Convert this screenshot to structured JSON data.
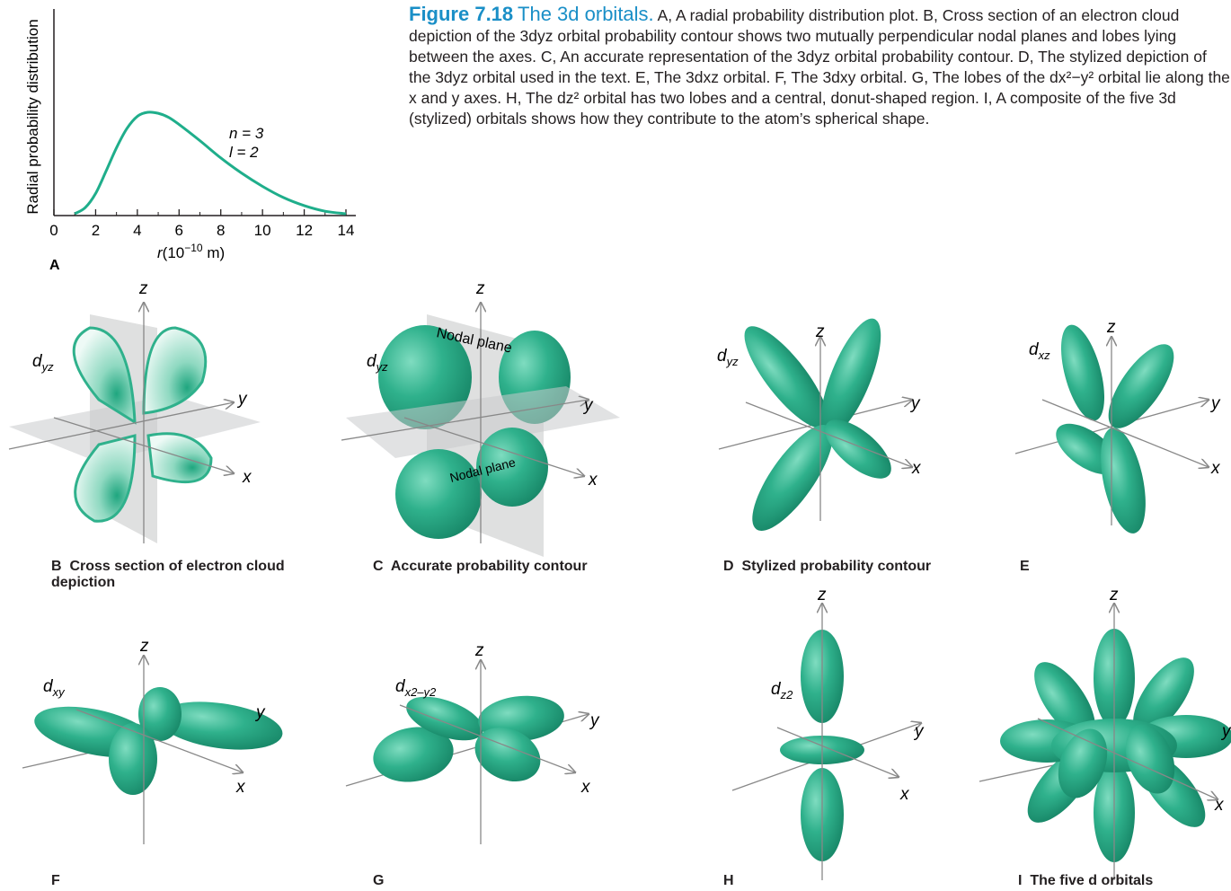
{
  "caption": {
    "figure": "Figure 7.18",
    "title": "The 3d orbitals.",
    "text": " A, A radial probability distribution plot. B, Cross section of an electron cloud depiction of the 3dyz orbital probability contour shows two mutually perpendicular nodal planes and lobes lying between the axes. C, An accurate representation of the 3dyz orbital probability contour. D, The stylized depiction of the 3dyz orbital used in the text. E, The 3dxz orbital. F, The 3dxy orbital. G, The lobes of the dx²−y² orbital lie along the x and y axes. H, The dz² orbital has two lobes and a central, donut-shaped region. I, A composite of the five 3d (stylized) orbitals shows how they contribute to the atom’s spherical shape."
  },
  "plot": {
    "ylabel": "Radial probability distribution",
    "xlabel_r": "r",
    "xlabel_unit": "(10",
    "xlabel_exp": "−10",
    "xlabel_m": " m)",
    "n_label": "n = 3",
    "l_label": "l = 2",
    "panel": "A"
  },
  "chart_data": {
    "type": "line",
    "x": [
      1,
      1.5,
      2,
      2.5,
      3,
      3.5,
      4,
      4.5,
      5,
      5.5,
      6,
      7,
      8,
      9,
      10,
      11,
      12,
      13,
      14
    ],
    "series": [
      {
        "values": [
          0,
          0.06,
          0.2,
          0.42,
          0.65,
          0.84,
          0.96,
          1.0,
          0.99,
          0.95,
          0.88,
          0.72,
          0.55,
          0.4,
          0.27,
          0.16,
          0.08,
          0.025,
          0
        ]
      }
    ],
    "xticks": [
      "0",
      "2",
      "4",
      "6",
      "8",
      "10",
      "12",
      "14"
    ],
    "xlim": [
      0,
      14
    ],
    "ylabel": "Radial probability distribution",
    "annotations": [
      "n = 3",
      "l = 2"
    ]
  },
  "panels": {
    "B": {
      "letter": "B",
      "label": "Cross section of electron cloud depiction",
      "orbital": "d",
      "sub": "yz"
    },
    "C": {
      "letter": "C",
      "label": "Accurate probability contour",
      "orbital": "d",
      "sub": "yz",
      "nodal1": "Nodal plane",
      "nodal2": "Nodal plane"
    },
    "D": {
      "letter": "D",
      "label": "Stylized probability contour",
      "orbital": "d",
      "sub": "yz"
    },
    "E": {
      "letter": "E",
      "label": "",
      "orbital": "d",
      "sub": "xz"
    },
    "F": {
      "letter": "F",
      "label": "",
      "orbital": "d",
      "sub": "xy"
    },
    "G": {
      "letter": "G",
      "label": "",
      "orbital": "d",
      "sub": "x2–y2"
    },
    "H": {
      "letter": "H",
      "label": "",
      "orbital": "d",
      "sub": "z2"
    },
    "I": {
      "letter": "I",
      "label": "The five d orbitals"
    }
  },
  "axes": {
    "x": "x",
    "y": "y",
    "z": "z"
  },
  "colors": {
    "lobe": "#2fb18c",
    "lobe_dark": "#1a8a68",
    "plane": "#c9cbcc",
    "title_blue": "#1a8fc7",
    "curve": "#1fae8b"
  }
}
